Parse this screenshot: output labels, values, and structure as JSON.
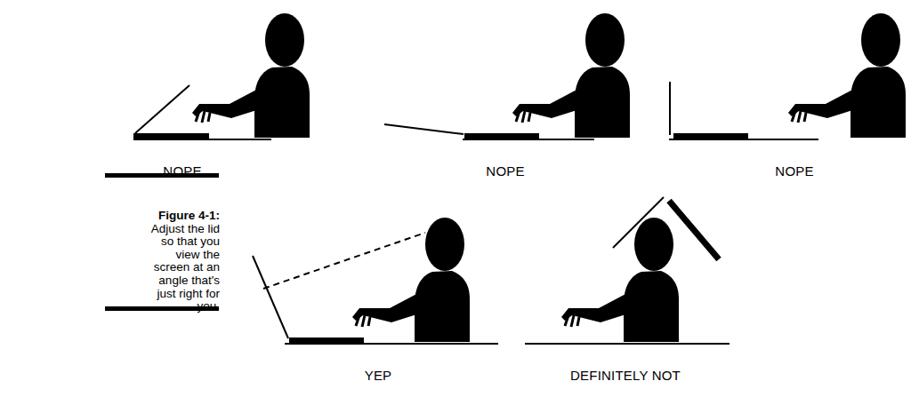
{
  "diagram": {
    "caption": "Figure 4-1: Adjust the lid so that you view the screen at an angle that's just right for you.",
    "labels": [
      "NOPE",
      "NOPE",
      "NOPE",
      "YEP",
      "DEFINITELY NOT"
    ]
  }
}
